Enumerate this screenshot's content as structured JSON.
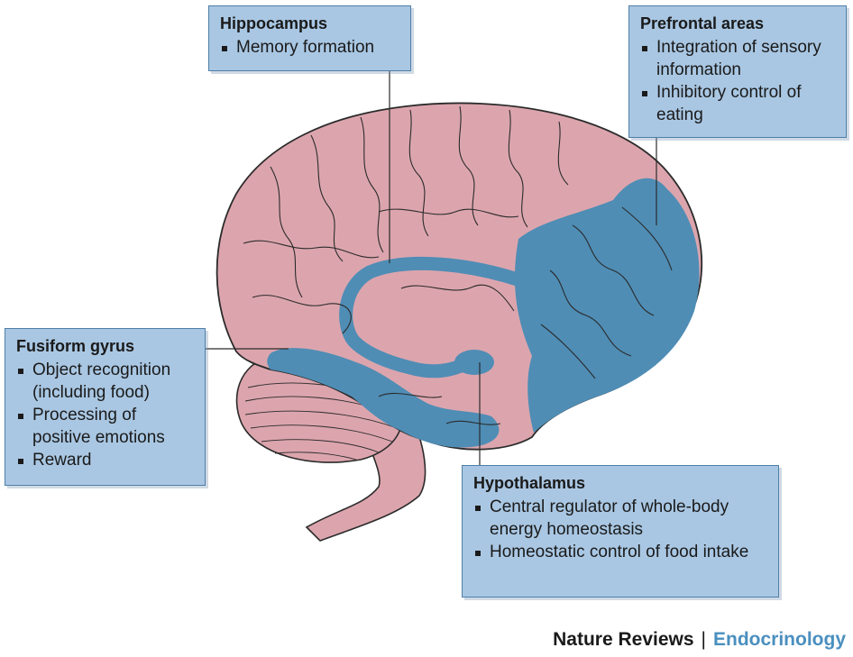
{
  "callouts": {
    "hippocampus": {
      "title": "Hippocampus",
      "items": [
        "Memory formation"
      ]
    },
    "prefrontal": {
      "title": "Prefrontal areas",
      "items": [
        "Integration of sensory information",
        "Inhibitory control of eating"
      ]
    },
    "fusiform": {
      "title": "Fusiform gyrus",
      "items": [
        "Object recognition (including food)",
        "Processing of positive emotions",
        "Reward"
      ]
    },
    "hypothalamus": {
      "title": "Hypothalamus",
      "items": [
        "Central regulator of whole-body energy homeostasis",
        "Homeostatic control of food intake"
      ]
    }
  },
  "footer": {
    "publisher": "Nature Reviews",
    "separator": "|",
    "journal": "Endocrinology"
  },
  "colors": {
    "brain": "#dca5ad",
    "brain_outline": "#2b2b2b",
    "highlight": "#4f8db5",
    "callout_fill": "#a9c7e3",
    "callout_border": "#4f7fa7",
    "journal_text": "#4a8fbf"
  }
}
